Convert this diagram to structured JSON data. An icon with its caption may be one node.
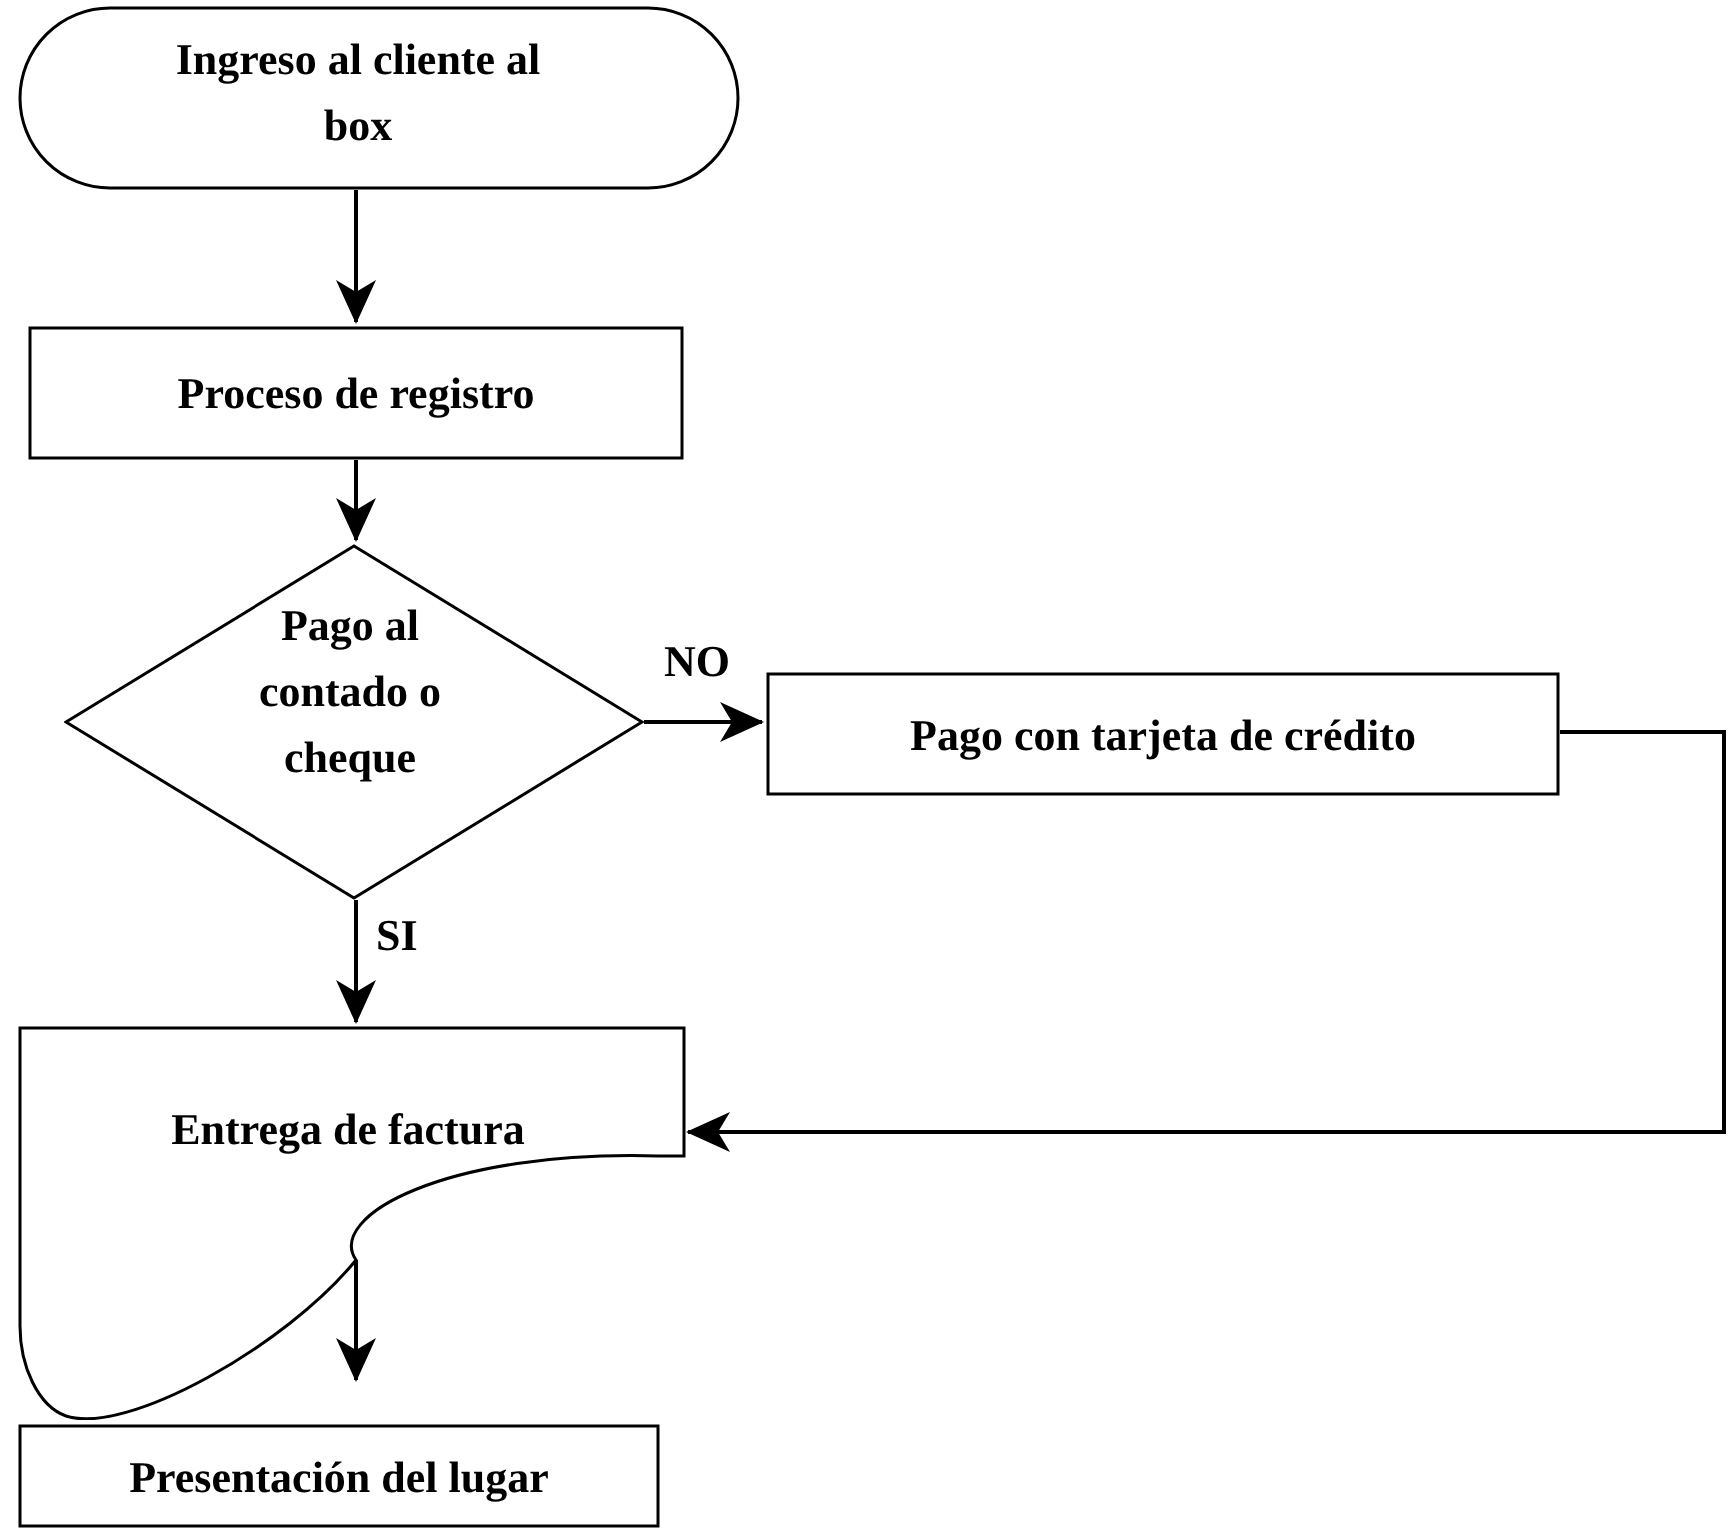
{
  "diagram": {
    "nodes": [
      {
        "text": [
          "Ingreso al cliente al box"
        ]
      },
      {
        "text": [
          "Proceso de registro"
        ]
      },
      {
        "text": [
          "Pago al contado o cheque"
        ]
      },
      {
        "text": [
          "Pago con tarjeta de crédito"
        ]
      },
      {
        "text": [
          "Entrega de factura"
        ]
      },
      {
        "text": [
          "Presentación del lugar"
        ]
      }
    ],
    "edges": [
      {
        "from": 0,
        "to": 1,
        "arrow": "to"
      },
      {
        "from": 1,
        "to": 2,
        "arrow": "to"
      },
      {
        "from": 2,
        "to": 3,
        "arrow": "to",
        "label": "NO"
      },
      {
        "from": 3,
        "to": 4,
        "arrow": "to"
      },
      {
        "from": 2,
        "to": 4,
        "arrow": "to",
        "label": "SI"
      },
      {
        "from": 4,
        "to": 5,
        "arrow": "to"
      }
    ]
  }
}
